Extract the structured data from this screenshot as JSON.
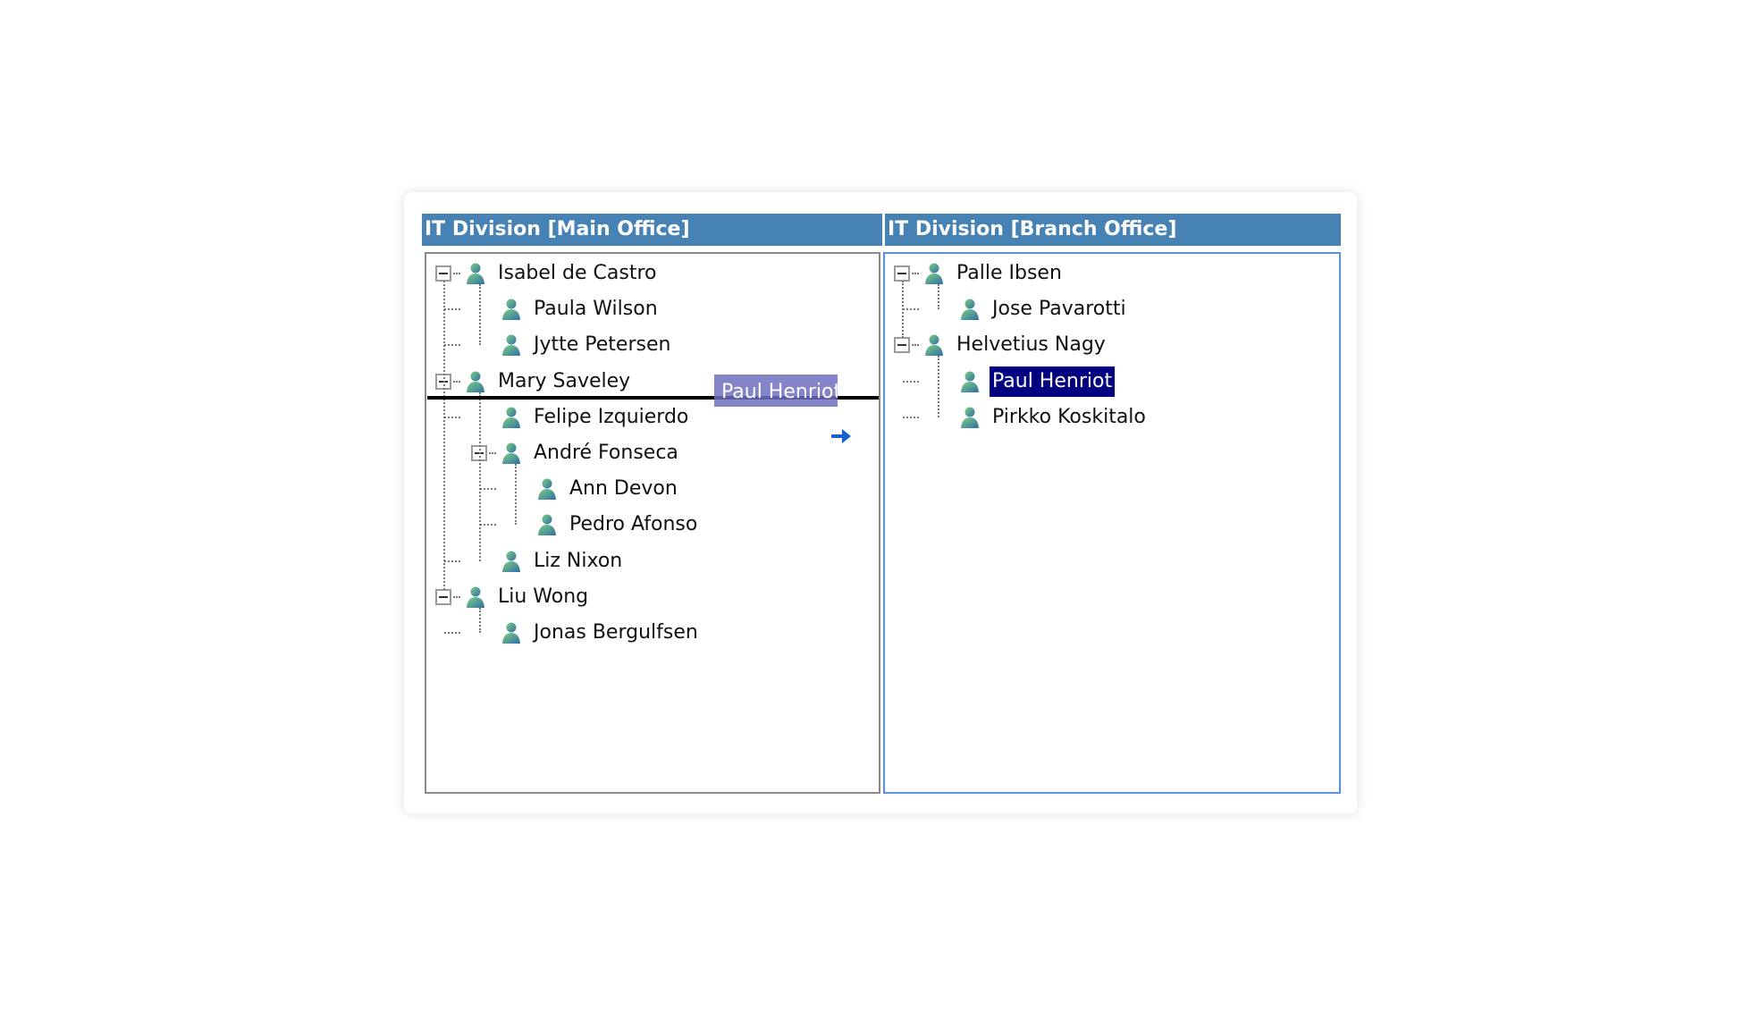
{
  "left_panel": {
    "title": "IT Division [Main Office]",
    "nodes": [
      {
        "label": "Isabel de Castro",
        "level": 0,
        "expanded": true
      },
      {
        "label": "Paula Wilson",
        "level": 1
      },
      {
        "label": "Jytte Petersen",
        "level": 1
      },
      {
        "label": "Mary Saveley",
        "level": 0,
        "expanded": true
      },
      {
        "label": "Felipe Izquierdo",
        "level": 1
      },
      {
        "label": "André Fonseca",
        "level": 1,
        "expanded": true
      },
      {
        "label": "Ann Devon",
        "level": 2
      },
      {
        "label": "Pedro Afonso",
        "level": 2
      },
      {
        "label": "Liz Nixon",
        "level": 1
      },
      {
        "label": "Liu Wong",
        "level": 0,
        "expanded": true
      },
      {
        "label": "Jonas Bergulfsen",
        "level": 1
      }
    ]
  },
  "right_panel": {
    "title": "IT Division [Branch Office]",
    "nodes": [
      {
        "label": "Palle Ibsen",
        "level": 0,
        "expanded": true
      },
      {
        "label": "Jose Pavarotti",
        "level": 1
      },
      {
        "label": "Helvetius Nagy",
        "level": 0,
        "expanded": true
      },
      {
        "label": "Paul Henriot",
        "level": 1,
        "selected": true
      },
      {
        "label": "Pirkko Koskitalo",
        "level": 1
      }
    ]
  },
  "drag": {
    "label": "Paul Henriot",
    "icon": "arrow-right-icon"
  },
  "colors": {
    "header": "#4682b4",
    "selected": "#000080",
    "focus_border": "#5b8fe0"
  }
}
